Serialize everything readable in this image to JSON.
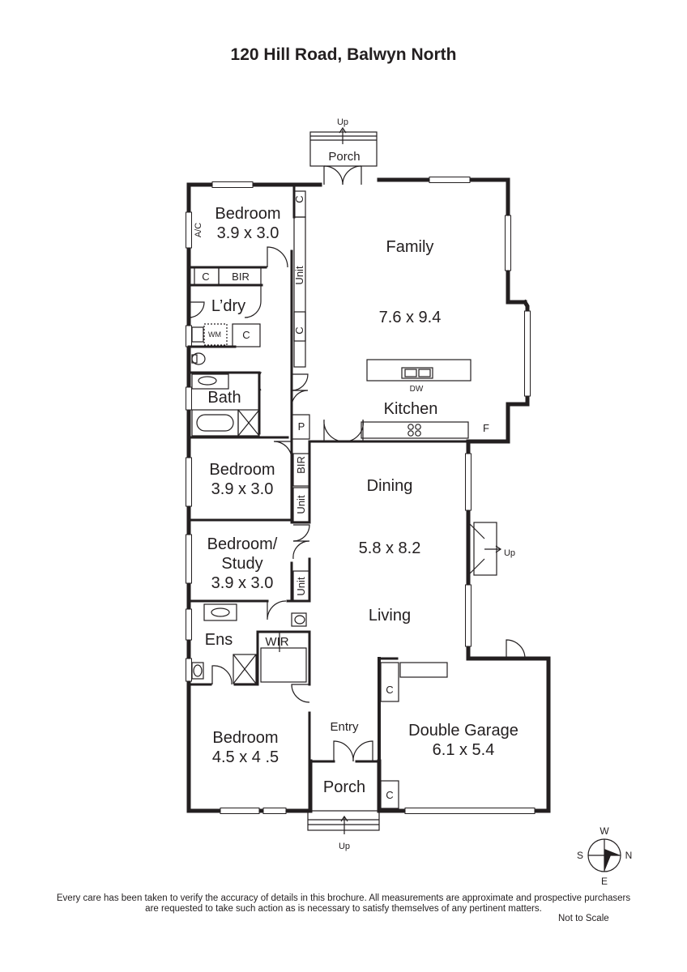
{
  "title": "120 Hill Road, Balwyn North",
  "rooms": {
    "porch_top": "Porch",
    "up_top": "Up",
    "bedroom1_name": "Bedroom",
    "bedroom1_size": "3.9 x 3.0",
    "ac": "A/C",
    "c_bed1": "C",
    "bir1": "BIR",
    "c_unit_top": "C",
    "unit1": "Unit",
    "c_unit_mid": "C",
    "laundry": "L’dry",
    "wm": "WM",
    "c_laundry": "C",
    "bath": "Bath",
    "family_name": "Family",
    "family_size": "7.6 x 9.4",
    "dw": "DW",
    "kitchen": "Kitchen",
    "fridge": "F",
    "pantry": "P",
    "bedroom2_name": "Bedroom",
    "bedroom2_size": "3.9 x 3.0",
    "bir2": "BIR",
    "unit2": "Unit",
    "dining": "Dining",
    "living_size": "5.8 x 8.2",
    "living": "Living",
    "up_side": "Up",
    "study_line1": "Bedroom/",
    "study_line2": "Study",
    "study_size": "3.9 x 3.0",
    "unit3": "Unit",
    "ens": "Ens",
    "wir": "WIR",
    "c_garage_top": "C",
    "garage_name": "Double Garage",
    "garage_size": "6.1 x 5.4",
    "entry": "Entry",
    "bedroom_main_name": "Bedroom",
    "bedroom_main_size": "4.5 x 4 .5",
    "porch_bottom": "Porch",
    "c_garage_bottom": "C",
    "up_bottom": "Up"
  },
  "compass": {
    "w": "W",
    "n": "N",
    "e": "E",
    "s": "S"
  },
  "disclaimer_line1": "Every care has been taken to verify the accuracy of details in this brochure. All measurements are approximate and prospective purchasers",
  "disclaimer_line2": "are requested to take such action as is necessary to satisfy themselves of any pertinent matters.",
  "not_to_scale": "Not to Scale"
}
